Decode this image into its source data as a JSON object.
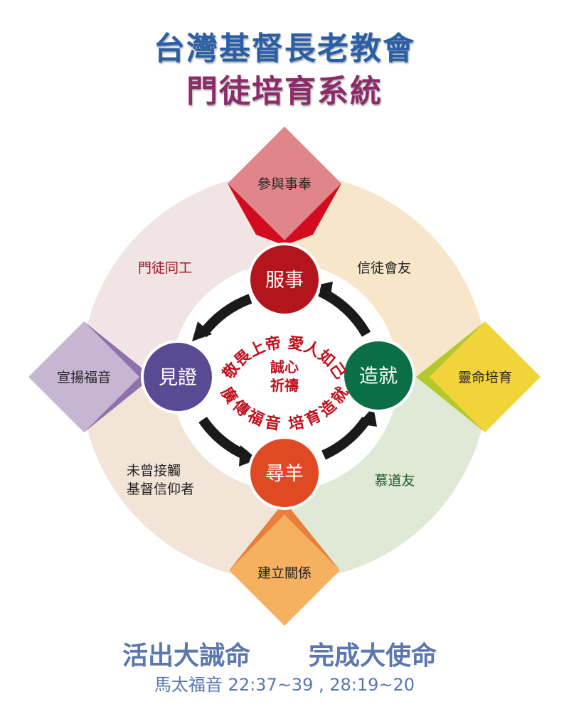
{
  "title": {
    "line1": "台灣基督長老教會",
    "line2": "門徒培育系統"
  },
  "diamonds": {
    "top": "參與事奉",
    "left": "宣揚福音",
    "right": "靈命培育",
    "bottom": "建立關係"
  },
  "quadrants": {
    "top_left": "門徒同工",
    "top_right": "信徒會友",
    "bottom_right": "慕道友",
    "bottom_left_1": "未曾接觸",
    "bottom_left_2": "基督信仰者"
  },
  "nodes": {
    "top": "服事",
    "left": "見證",
    "right": "造就",
    "bottom": "尋羊"
  },
  "center": {
    "arc_top": "敬畏上帝 愛人如己",
    "arc_bottom": "廣傳福音 培育造就",
    "core_1": "誠心",
    "core_2": "祈禱"
  },
  "footer": {
    "slogan_left": "活出大誡命",
    "slogan_right": "完成大使命",
    "verse": "馬太福音 22:37~39 , 28:19~20"
  },
  "colors": {
    "serve": "#b3151d",
    "witness": "#5a4993",
    "edify": "#0b6f45",
    "seek": "#e04a22"
  }
}
